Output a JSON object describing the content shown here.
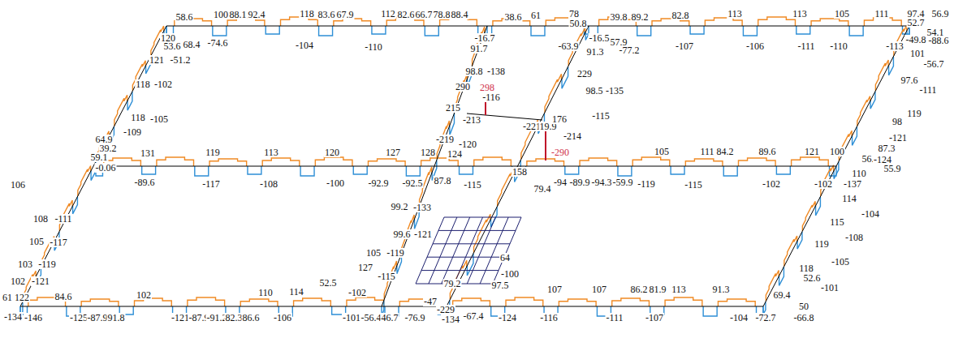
{
  "diagram": {
    "labels": [
      "58.6",
      "100",
      "88.1",
      "92.4",
      "118",
      "83.6",
      "67.9",
      "112",
      "82.6",
      "66.7",
      "78.8",
      "88.4",
      "38.6",
      "61",
      "78",
      "50.8",
      "39.8",
      "89.2",
      "82.8",
      "113",
      "113",
      "105",
      "111",
      "97.4",
      "56.9",
      "52.7",
      "54.1",
      "-74.6",
      "-104",
      "-110",
      "-63.9",
      "-57.9",
      "-77.2",
      "-107",
      "-106",
      "-111",
      "-110",
      "-113",
      "-49.8",
      "-88.6",
      "120",
      "53.6",
      "68.4",
      "121",
      "-51.2",
      "118",
      "-102",
      "118",
      "-105",
      "-109",
      "64.9",
      "39.2",
      "59.1",
      "-0.06",
      "131",
      "119",
      "113",
      "120",
      "127",
      "128",
      "124",
      "-89.6",
      "-117",
      "-108",
      "-100",
      "-92.9",
      "-92.5",
      "87.8",
      "-115",
      "158",
      "-94",
      "-89.9",
      "-94.3",
      "-59.9",
      "-119",
      "105",
      "111",
      "84.2",
      "89.6",
      "121",
      "100",
      "-115",
      "-102",
      "-102",
      "-137",
      "56.8",
      "55.9",
      "110",
      "106",
      "108",
      "-111",
      "105",
      "-117",
      "103",
      "-119",
      "102",
      "-121",
      "61",
      "122",
      "84.6",
      "-134",
      "-146",
      "-125",
      "-87.9",
      "91.8",
      "102",
      "-121",
      "-87.9",
      "-91.2",
      "82.3",
      "86.6",
      "110",
      "114",
      "-106",
      "52.5",
      "-101",
      "-56.4",
      "46.7",
      "-76.9",
      "-134",
      "-67.4",
      "-229",
      "-47",
      "79.2",
      "97.5",
      "107",
      "107",
      "-124",
      "-116",
      "-111",
      "-107",
      "86.2",
      "81.9",
      "113",
      "91.3",
      "-104",
      "-72.7",
      "-66.8",
      "69.4",
      "50",
      "101",
      "-56.7",
      "97.6",
      "-111",
      "119",
      "98",
      "-121",
      "87.3",
      "-124",
      "114",
      "-104",
      "115",
      "-108",
      "119",
      "-105",
      "118",
      "52.6",
      "-101",
      "290",
      "298",
      "215",
      "-213",
      "-116",
      "229",
      "98.5",
      "-135",
      "-115",
      "98.8",
      "-138",
      "91.7",
      "-16.7",
      "91.3",
      "-16.5",
      "-219",
      "-120",
      "-221",
      "19.9",
      "176",
      "-214",
      "-290",
      "99.2",
      "-133",
      "99.6",
      "-121",
      "105",
      "-119",
      "127",
      "-115",
      "-102",
      "79.4",
      "64",
      "-100"
    ]
  }
}
